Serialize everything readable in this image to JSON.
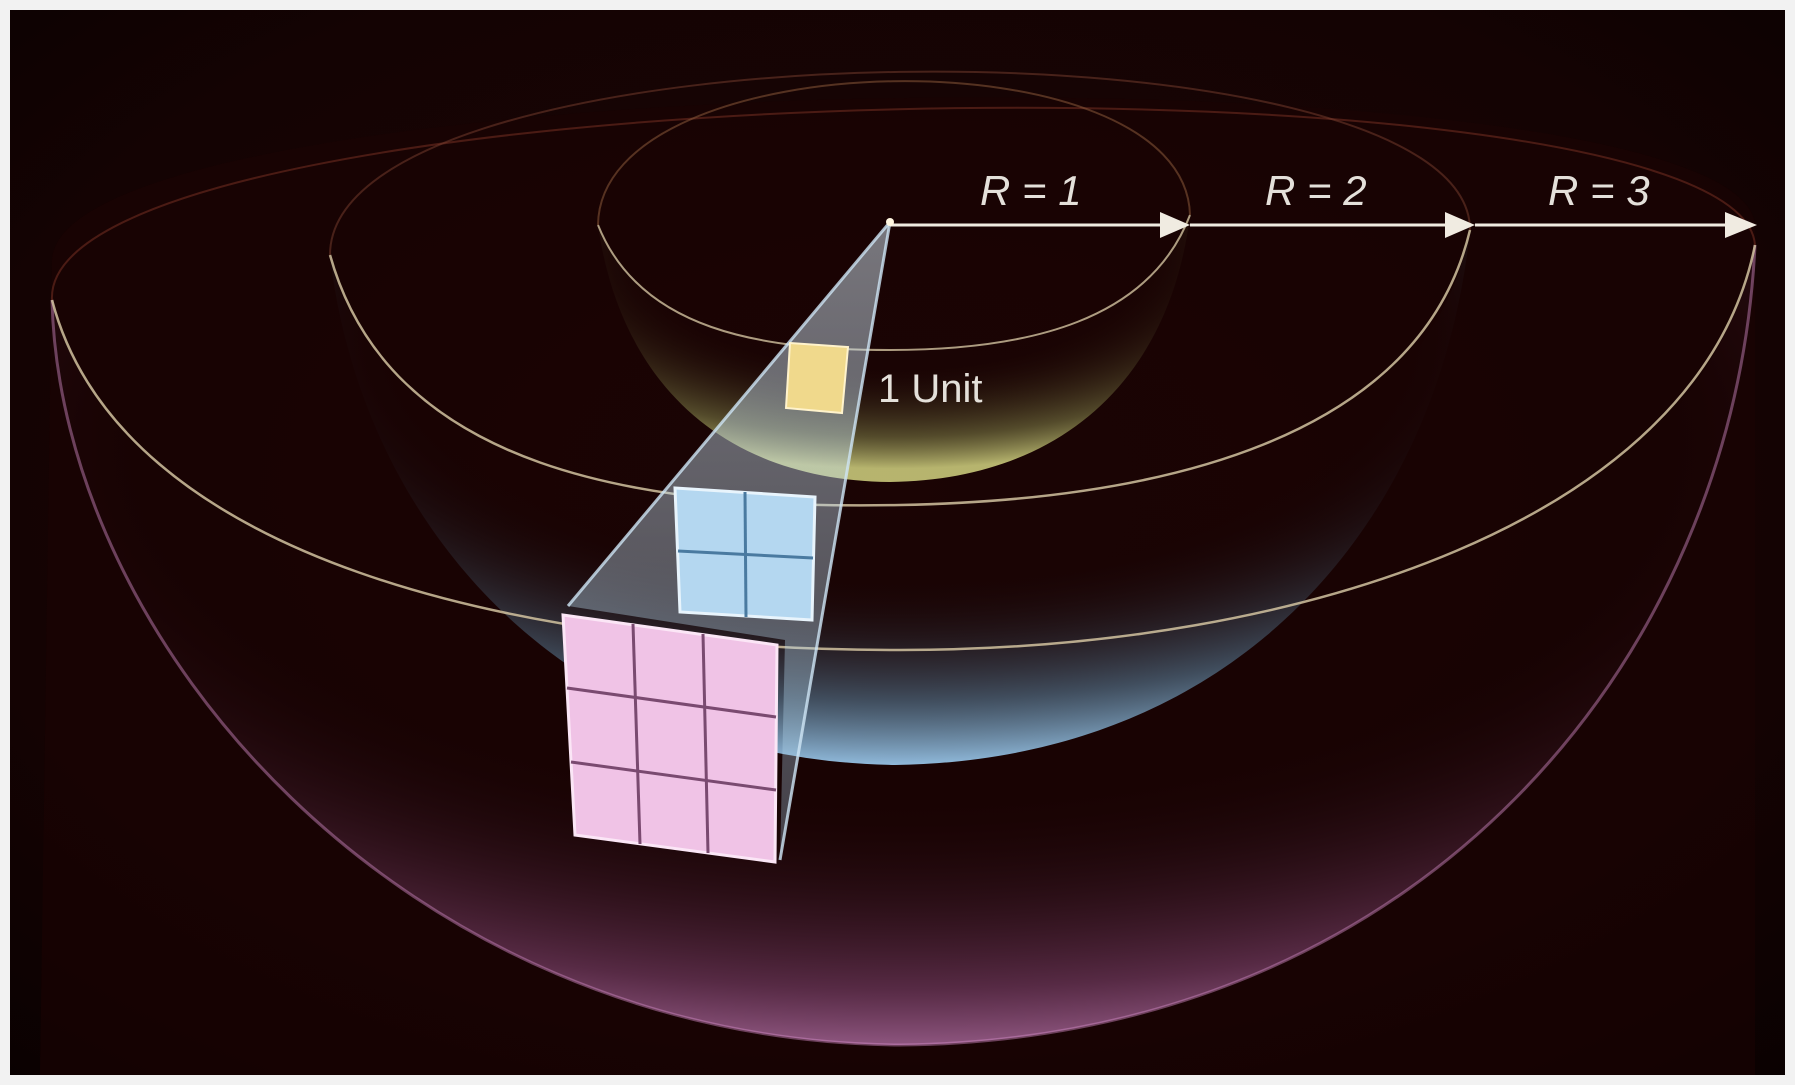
{
  "labels": {
    "r1": "R = 1",
    "r2": "R = 2",
    "r3": "R = 3",
    "unit": "1 Unit"
  },
  "colors": {
    "background": "#160404",
    "shell_r1": "#c8c87a",
    "shell_r2": "#96c3e6",
    "shell_r3": "#d28cc8",
    "unit_square": "#f0d98c",
    "grid_r2": "#b4d7f0",
    "grid_r3": "#f0c3e6",
    "cone": "#b4dcf5",
    "rim_line": "#d2c3a0",
    "arrow": "#f0ebe1"
  },
  "grids": {
    "r1": {
      "rows": 1,
      "cols": 1
    },
    "r2": {
      "rows": 2,
      "cols": 2
    },
    "r3": {
      "rows": 3,
      "cols": 3
    }
  }
}
